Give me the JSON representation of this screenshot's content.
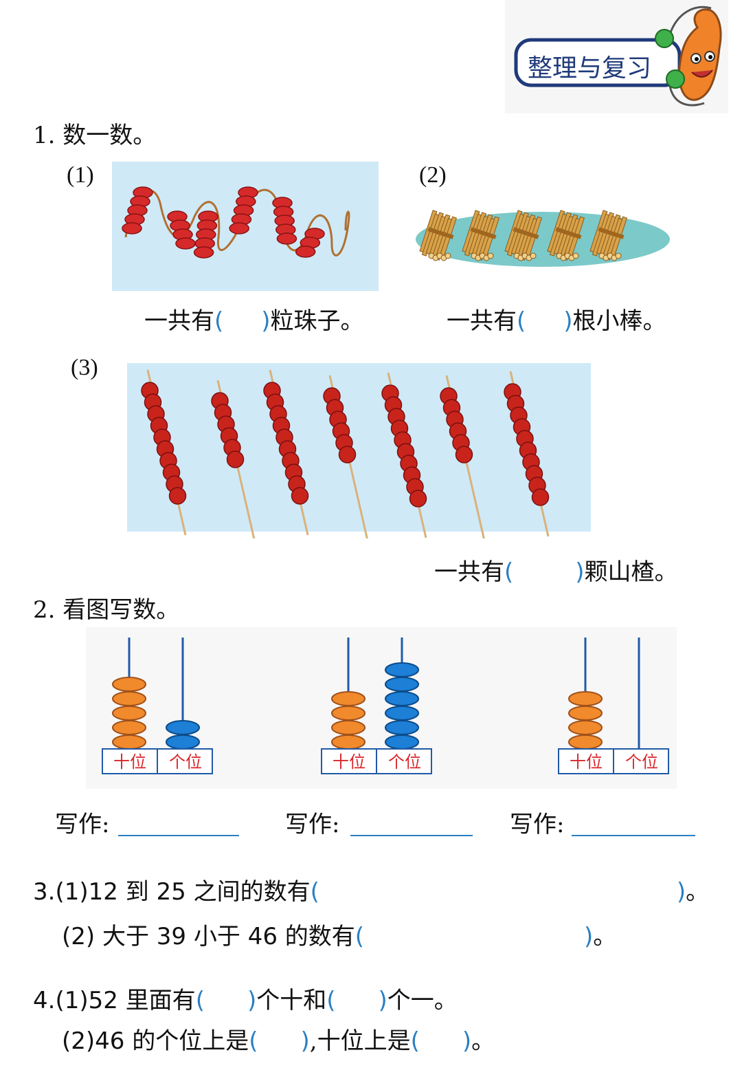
{
  "badge": {
    "title": "整理与复习"
  },
  "q1": {
    "title": "1. 数一数。",
    "p1": {
      "label": "(1)",
      "before": "一共有",
      "open": "(",
      "close": ")",
      "after": "粒珠子。"
    },
    "p2": {
      "label": "(2)",
      "before": "一共有",
      "open": "(",
      "close": ")",
      "after": "根小棒。"
    },
    "p3": {
      "label": "(3)",
      "before": "一共有",
      "open": "(",
      "close": ")",
      "after": "颗山楂。"
    }
  },
  "q2": {
    "title": "2. 看图写数。",
    "abacus": [
      {
        "tens": 5,
        "ones": 2,
        "tens_label": "十位",
        "ones_label": "个位"
      },
      {
        "tens": 4,
        "ones": 6,
        "tens_label": "十位",
        "ones_label": "个位"
      },
      {
        "tens": 4,
        "ones": 0,
        "tens_label": "十位",
        "ones_label": "个位"
      }
    ],
    "write_label": "写作:"
  },
  "q3": {
    "p1": {
      "prefix": "3.(1)",
      "a": "12",
      "mid1": "到",
      "b": "25",
      "mid2": "之间的数有",
      "open": "(",
      "close": ")",
      "end": "。"
    },
    "p2": {
      "prefix": "(2)",
      "mid1": "大于",
      "a": "39",
      "mid2": "小于",
      "b": "46",
      "mid3": "的数有",
      "open": "(",
      "close": ")",
      "end": "。"
    }
  },
  "q4": {
    "p1": {
      "prefix": "4.(1)",
      "a": "52",
      "mid1": "里面有",
      "open": "(",
      "close": ")",
      "mid2": "个十和",
      "mid3": "个一。"
    },
    "p2": {
      "prefix": "(2)",
      "a": "46",
      "mid1": "的个位上是",
      "open": "(",
      "close": ")",
      "mid2": ",十位上是",
      "end": "。"
    }
  },
  "colors": {
    "paren": "#2a7fc3",
    "bead_red": "#d62a2a",
    "abacus_orange": "#f08a2c",
    "abacus_blue": "#1d7fd6",
    "label_red": "#d9262b",
    "sky": "#cfe9f7"
  }
}
